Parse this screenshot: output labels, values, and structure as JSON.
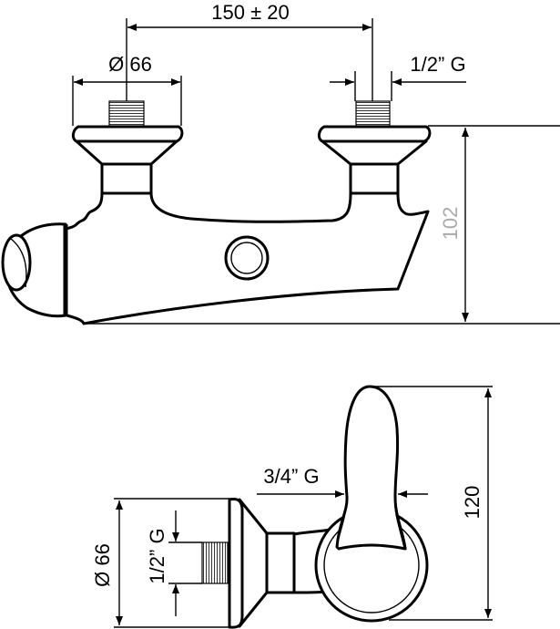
{
  "top_view": {
    "dim_spacing": "150 ± 20",
    "dim_flange_diameter": "Ø 66",
    "dim_inlet_thread": "1/2” G",
    "dim_height": "102"
  },
  "side_view": {
    "dim_outlet_thread": "3/4” G",
    "dim_height": "120",
    "dim_flange_diameter": "Ø 66",
    "dim_inlet_thread": "1/2” G"
  },
  "colors": {
    "line": "#000000",
    "faded_label": "#aaaaaa"
  }
}
